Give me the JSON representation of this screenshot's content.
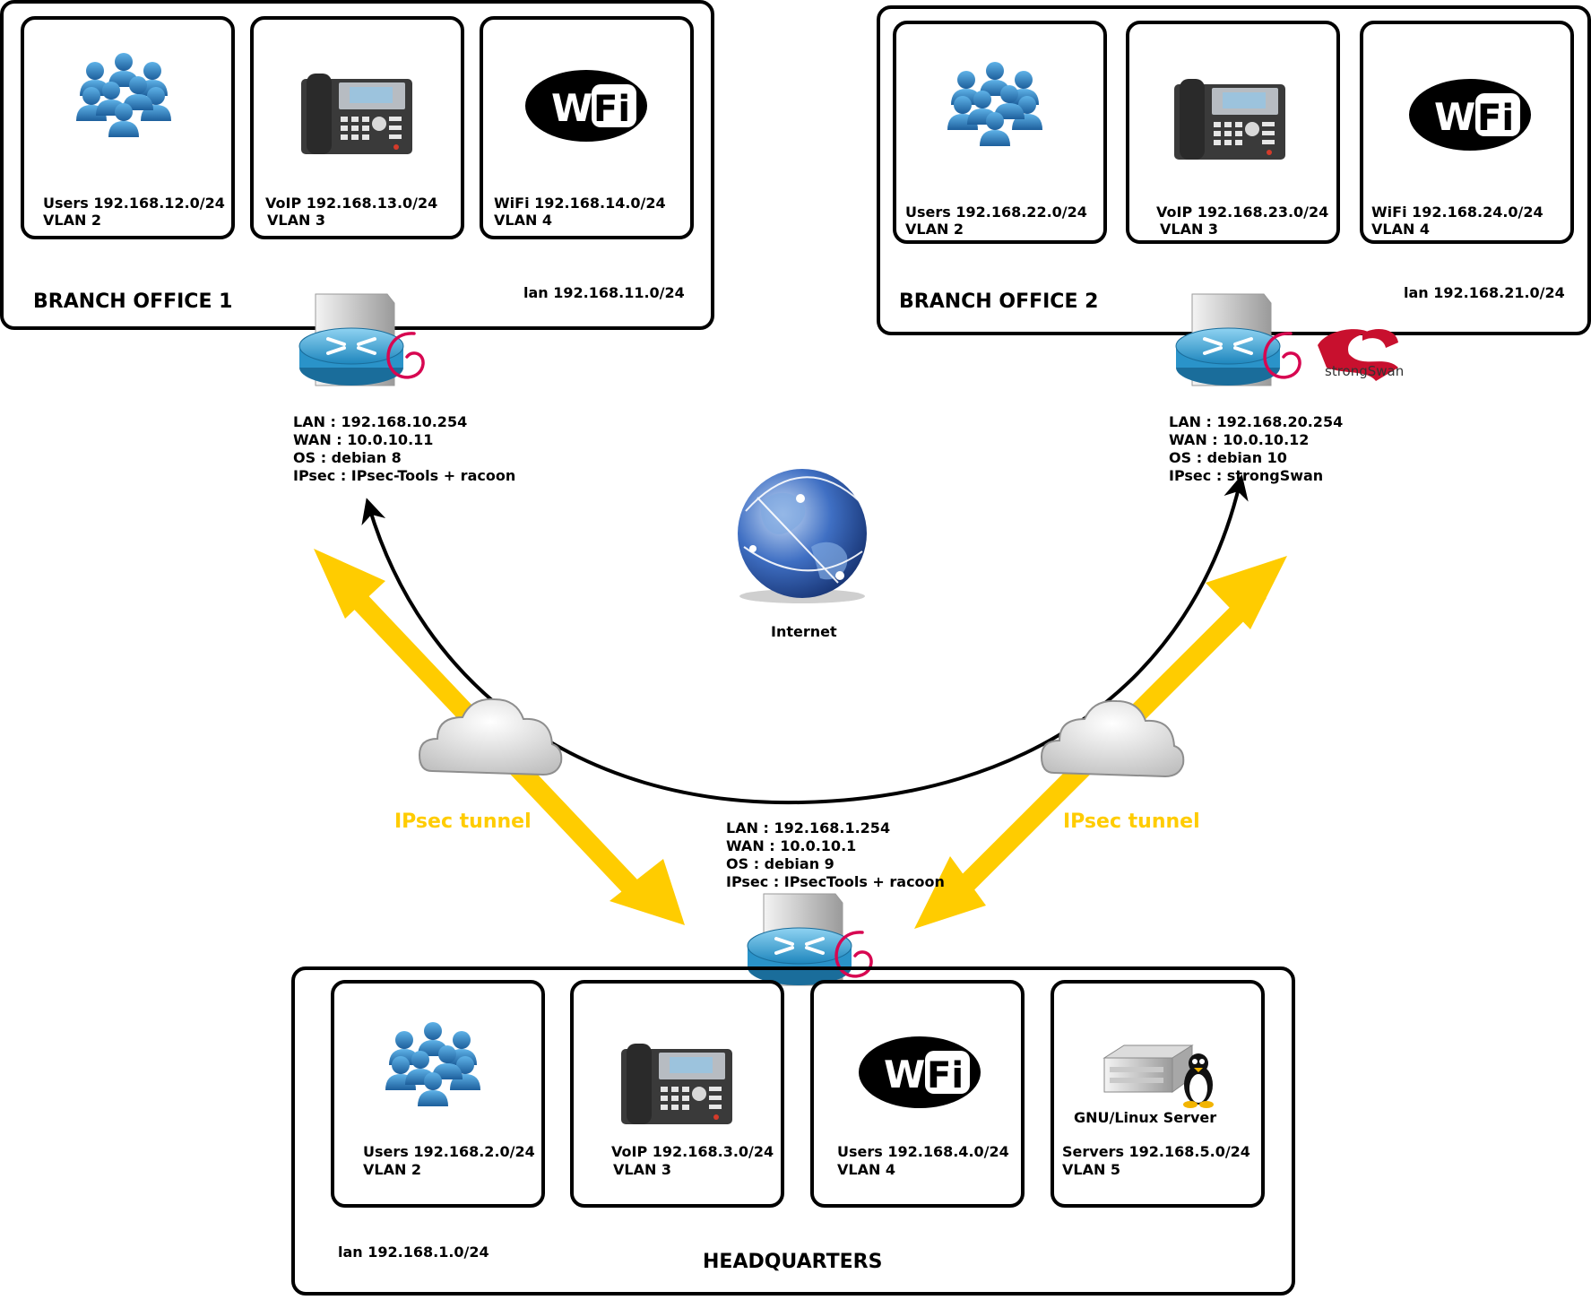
{
  "branch1": {
    "title": "BRANCH OFFICE 1",
    "lan": "lan 192.168.11.0/24",
    "tiles": [
      {
        "line1": "Users 192.168.12.0/24",
        "line2": "VLAN 2"
      },
      {
        "line1": "VoIP 192.168.13.0/24",
        "line2": "VLAN 3"
      },
      {
        "line1": "WiFi 192.168.14.0/24",
        "line2": "VLAN 4"
      }
    ],
    "router": [
      "LAN : 192.168.10.254",
      "WAN : 10.0.10.11",
      "OS : debian 8",
      "IPsec : IPsec-Tools + racoon"
    ]
  },
  "branch2": {
    "title": "BRANCH OFFICE 2",
    "lan": "lan 192.168.21.0/24",
    "tiles": [
      {
        "line1": "Users 192.168.22.0/24",
        "line2": "VLAN 2"
      },
      {
        "line1": "VoIP 192.168.23.0/24",
        "line2": "VLAN 3"
      },
      {
        "line1": "WiFi 192.168.24.0/24",
        "line2": "VLAN 4"
      }
    ],
    "router": [
      "LAN : 192.168.20.254",
      "WAN : 10.0.10.12",
      "OS : debian 10",
      "IPsec : strongSwan"
    ],
    "strongswan_logo_text": "strongSwan"
  },
  "hq": {
    "title": "HEADQUARTERS",
    "lan": "lan 192.168.1.0/24",
    "tiles": [
      {
        "line1": "Users 192.168.2.0/24",
        "line2": "VLAN 2"
      },
      {
        "line1": "VoIP 192.168.3.0/24",
        "line2": "VLAN 3"
      },
      {
        "line1": "Users 192.168.4.0/24",
        "line2": "VLAN 4"
      },
      {
        "line1": "Servers 192.168.5.0/24",
        "line2": "VLAN 5"
      }
    ],
    "server_label": "GNU/Linux Server",
    "router": [
      "LAN : 192.168.1.254",
      "WAN : 10.0.10.1",
      "OS : debian 9",
      "IPsec : IPsecTools + racoon"
    ]
  },
  "internet_label": "Internet",
  "tunnel_label": "IPsec tunnel",
  "wifi_logo": {
    "left": "Wi",
    "right": "Fi"
  },
  "colors": {
    "tunnel": "#FFCC00",
    "router": "#2aa3d6",
    "debian": "#d70751",
    "users": "#2a7dc0"
  }
}
